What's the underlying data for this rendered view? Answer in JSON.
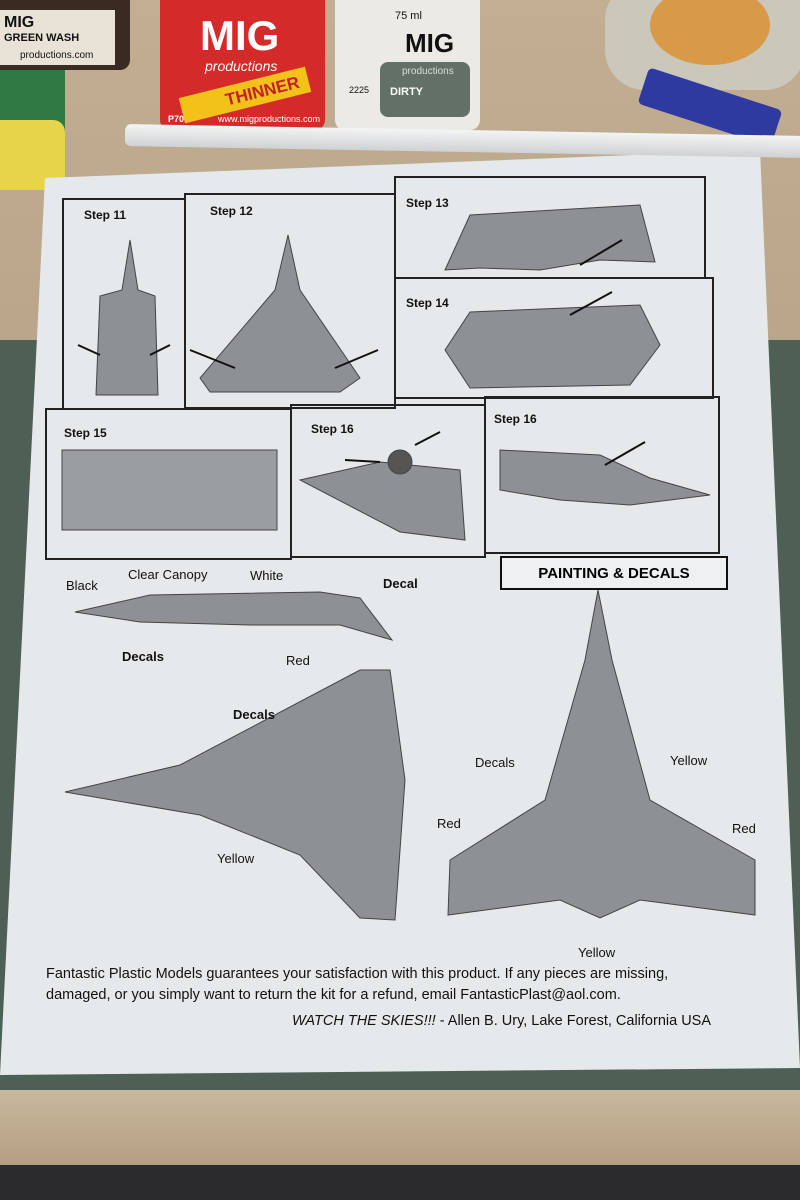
{
  "background": {
    "bottles": [
      {
        "brand": "MIG",
        "label": "GREEN WASH",
        "site": "productions.com"
      },
      {
        "brand": "MIG",
        "sub": "productions",
        "label": "THINNER",
        "code": "P705",
        "site": "www.migproductions.com"
      },
      {
        "brand": "MIG",
        "sub": "productions",
        "volume": "75 ml",
        "label": "DIRTY",
        "code": "2225"
      }
    ]
  },
  "sheet": {
    "steps": [
      "Step 11",
      "Step 12",
      "Step 13",
      "Step 14",
      "Step 15",
      "Step 16",
      "Step 16"
    ],
    "painting_title": "PAINTING & DECALS",
    "labels": {
      "black": "Black",
      "clear_canopy": "Clear Canopy",
      "white": "White",
      "decal": "Decal",
      "decals_side": "Decals",
      "red_side": "Red",
      "decals_top": "Decals",
      "yellow_top": "Yellow",
      "decals_front": "Decals",
      "yellow_front": "Yellow",
      "red_left": "Red",
      "red_right": "Red",
      "yellow_bottom": "Yellow"
    },
    "footer": {
      "guarantee": "Fantastic Plastic Models guarantees your satisfaction with this product. If any pieces are missing,",
      "guarantee2": "damaged, or you simply want to return the kit for a refund, email FantasticPlast@aol.com.",
      "slogan": "WATCH THE SKIES!!!",
      "signature": " - Allen B. Ury, Lake Forest, California USA"
    }
  },
  "colors": {
    "paper": "#e6e9ec",
    "mat": "#4e6056",
    "bench": "#b9a58a",
    "mig_red": "#d42a2a"
  }
}
